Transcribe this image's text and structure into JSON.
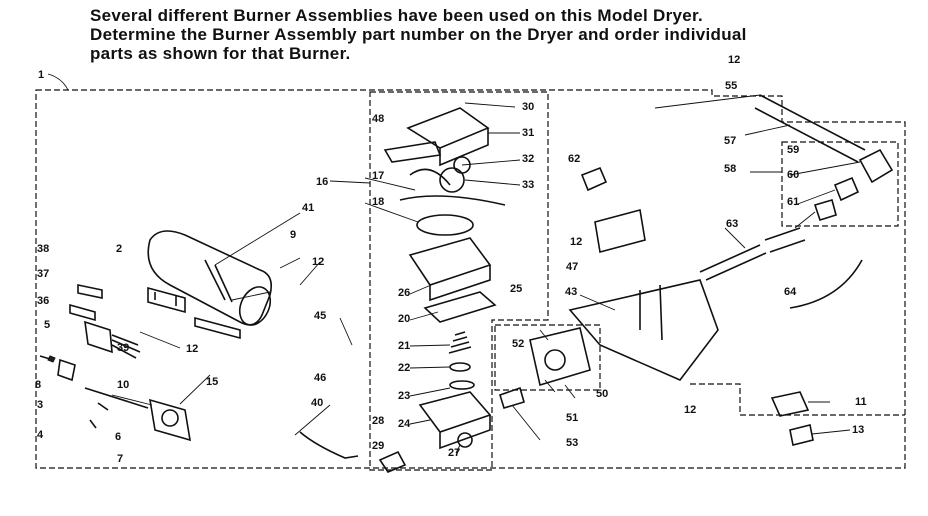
{
  "header": {
    "line1": "Several different Burner Assemblies have been used on this Model Dryer.",
    "line2": "Determine the Burner Assembly part number on the Dryer and order individual",
    "line3": "parts as shown for that Burner."
  },
  "callouts": [
    {
      "id": "c1",
      "text": "1"
    },
    {
      "id": "c2",
      "text": "2"
    },
    {
      "id": "c3",
      "text": "3"
    },
    {
      "id": "c4",
      "text": "4"
    },
    {
      "id": "c5",
      "text": "5"
    },
    {
      "id": "c6",
      "text": "6"
    },
    {
      "id": "c7",
      "text": "7"
    },
    {
      "id": "c8",
      "text": "8"
    },
    {
      "id": "c9",
      "text": "9"
    },
    {
      "id": "c10",
      "text": "10"
    },
    {
      "id": "c11",
      "text": "11"
    },
    {
      "id": "c12a",
      "text": "12"
    },
    {
      "id": "c12b",
      "text": "12"
    },
    {
      "id": "c12c",
      "text": "12"
    },
    {
      "id": "c12d",
      "text": "12"
    },
    {
      "id": "c12e",
      "text": "12"
    },
    {
      "id": "c13",
      "text": "13"
    },
    {
      "id": "c15",
      "text": "15"
    },
    {
      "id": "c16",
      "text": "16"
    },
    {
      "id": "c17",
      "text": "17"
    },
    {
      "id": "c18",
      "text": "18"
    },
    {
      "id": "c20",
      "text": "20"
    },
    {
      "id": "c21",
      "text": "21"
    },
    {
      "id": "c22",
      "text": "22"
    },
    {
      "id": "c23",
      "text": "23"
    },
    {
      "id": "c24",
      "text": "24"
    },
    {
      "id": "c25",
      "text": "25"
    },
    {
      "id": "c26",
      "text": "26"
    },
    {
      "id": "c27",
      "text": "27"
    },
    {
      "id": "c28",
      "text": "28"
    },
    {
      "id": "c29",
      "text": "29"
    },
    {
      "id": "c30",
      "text": "30"
    },
    {
      "id": "c31",
      "text": "31"
    },
    {
      "id": "c32",
      "text": "32"
    },
    {
      "id": "c33",
      "text": "33"
    },
    {
      "id": "c36",
      "text": "36"
    },
    {
      "id": "c37",
      "text": "37"
    },
    {
      "id": "c38",
      "text": "38"
    },
    {
      "id": "c39",
      "text": "39"
    },
    {
      "id": "c40",
      "text": "40"
    },
    {
      "id": "c41",
      "text": "41"
    },
    {
      "id": "c43",
      "text": "43"
    },
    {
      "id": "c45",
      "text": "45"
    },
    {
      "id": "c46",
      "text": "46"
    },
    {
      "id": "c47",
      "text": "47"
    },
    {
      "id": "c48",
      "text": "48"
    },
    {
      "id": "c50",
      "text": "50"
    },
    {
      "id": "c51",
      "text": "51"
    },
    {
      "id": "c52",
      "text": "52"
    },
    {
      "id": "c53",
      "text": "53"
    },
    {
      "id": "c55",
      "text": "55"
    },
    {
      "id": "c57",
      "text": "57"
    },
    {
      "id": "c58",
      "text": "58"
    },
    {
      "id": "c59",
      "text": "59"
    },
    {
      "id": "c60",
      "text": "60"
    },
    {
      "id": "c61",
      "text": "61"
    },
    {
      "id": "c62",
      "text": "62"
    },
    {
      "id": "c63",
      "text": "63"
    },
    {
      "id": "c64",
      "text": "64"
    }
  ]
}
